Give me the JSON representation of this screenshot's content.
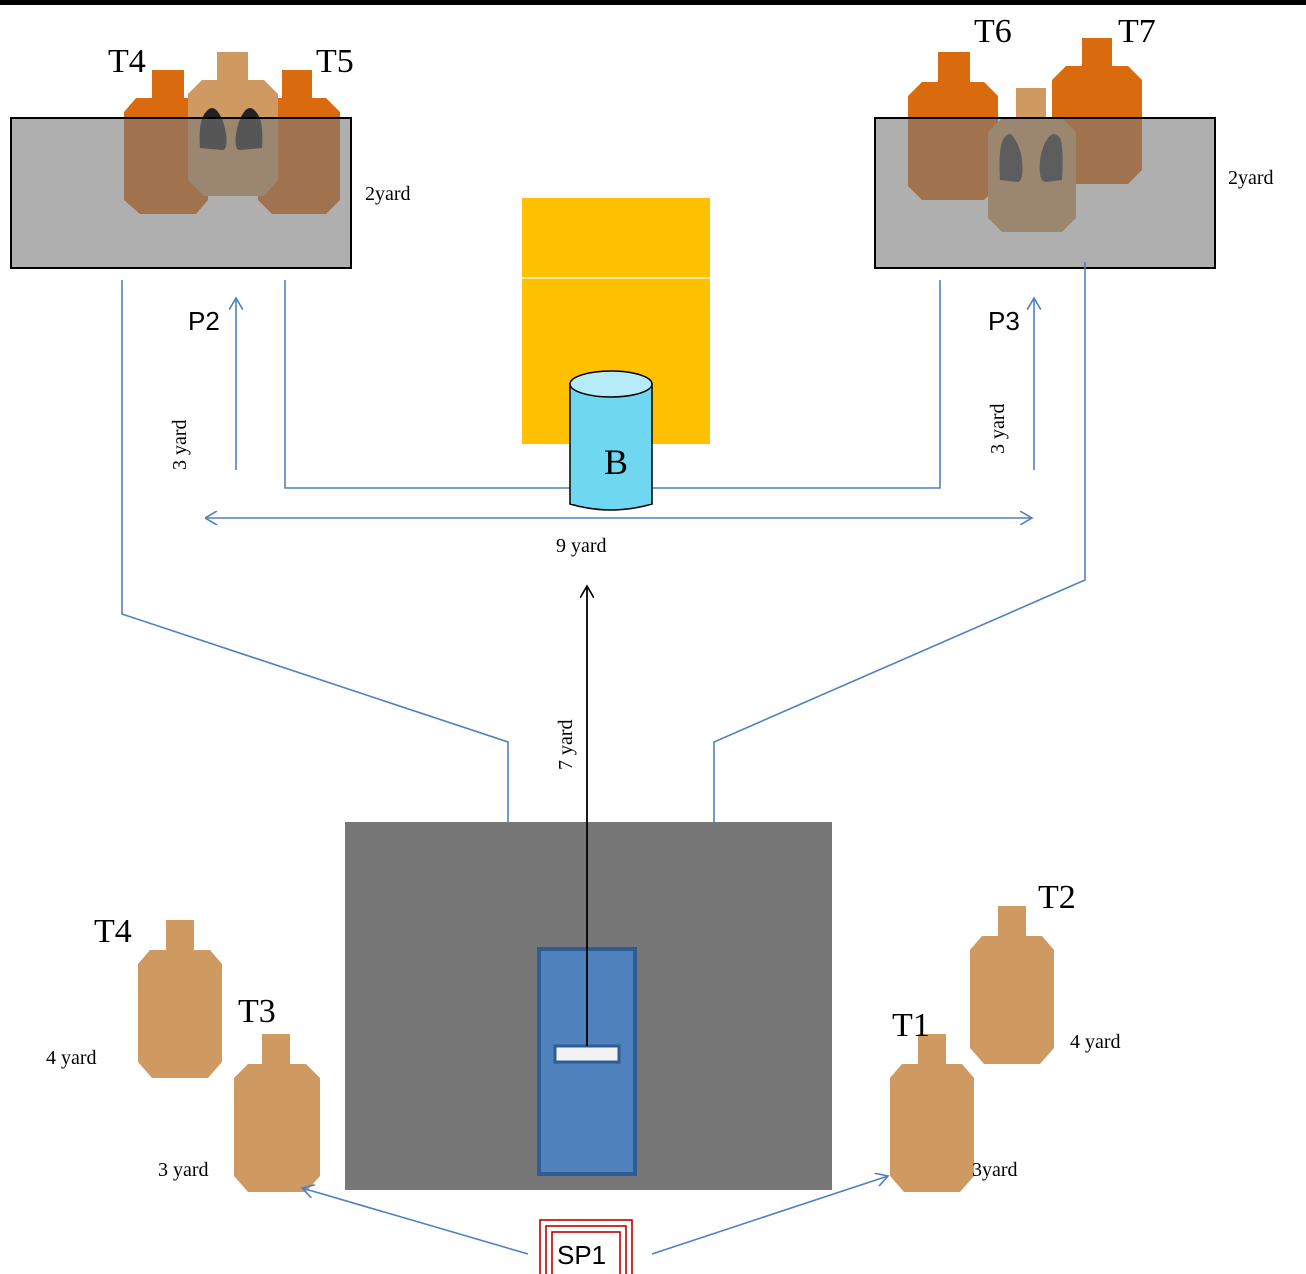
{
  "colors": {
    "tan_target": "#CE9A62",
    "orange_target": "#D96A0E",
    "barricade_gray": "#A6A6A6",
    "barricade_dark": "#777777",
    "door_blue": "#4F81BD",
    "barrel_cyan": "#6FD7F0",
    "yellow_wall": "#FFC000",
    "path_blue": "#4F81BD",
    "start_red": "#C00000"
  },
  "targets": {
    "t4_top": "T4",
    "t5_top": "T5",
    "t6_top": "T6",
    "t7_top": "T7",
    "t4_bottom": "T4",
    "t3": "T3",
    "t1": "T1",
    "t2": "T2"
  },
  "labels": {
    "left_barricade_dist": "2yard",
    "right_barricade_dist": "2yard",
    "p2": "P2",
    "p3": "P3",
    "left_3yard": "3 yard",
    "right_3yard": "3 yard",
    "nine_yard": "9 yard",
    "seven_yard": "7 yard",
    "barrel": "B",
    "t4_dist": "4 yard",
    "t3_dist": "3 yard",
    "t1_dist": "3yard",
    "t2_dist": "4 yard",
    "start_position": "SP1"
  },
  "icons": {
    "no_shoot_hands": "hands-up-icon"
  }
}
